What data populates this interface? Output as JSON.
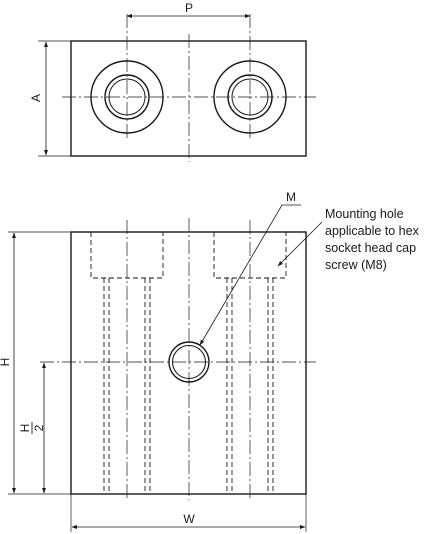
{
  "dimensions": {
    "pitch": "P",
    "depth": "A",
    "height": "H",
    "half_height_numerator": "H",
    "half_height_denominator": "2",
    "width": "W",
    "thread": "M"
  },
  "callout": {
    "lines": [
      "Mounting hole",
      "applicable to hex",
      "socket head cap",
      "screw (M8)"
    ]
  },
  "colors": {
    "line": "#1a1a1a",
    "background": "#ffffff"
  }
}
